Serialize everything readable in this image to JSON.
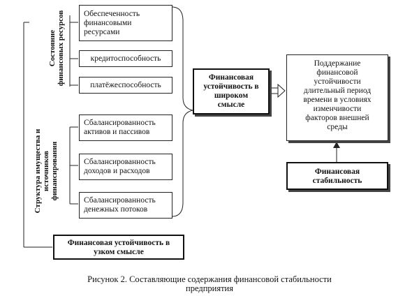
{
  "left_group_labels": {
    "top": [
      "Состояние",
      "финансовых ресурсов"
    ],
    "bottom": [
      "Структура имущества и",
      "источников",
      "финансирования"
    ]
  },
  "left_boxes": [
    [
      "Обеспеченность",
      "финансовыми",
      "ресурсами"
    ],
    [
      "кредитоспособность"
    ],
    [
      "платёжеспособность"
    ],
    [
      "Сбалансированность",
      "активов и пассивов"
    ],
    [
      "Сбалансированность",
      "доходов и расходов"
    ],
    [
      "Сбалансированность",
      "денежных потоков"
    ]
  ],
  "bottom_box": [
    "Финансовая устойчивость в",
    "узком смысле"
  ],
  "center_box": [
    "Финансовая",
    "устойчивость в",
    "широком",
    "смысле"
  ],
  "right_box": [
    "Поддержание",
    "финансовой",
    "устойчивости",
    "длительный период",
    "времени в условиях",
    "изменчивости",
    "факторов внешней",
    "среды"
  ],
  "stability_box": [
    "Финансовая",
    "стабильность"
  ],
  "caption": [
    "Рисунок 2. Составляющие содержания финансовой стабильности",
    "предприятия"
  ]
}
